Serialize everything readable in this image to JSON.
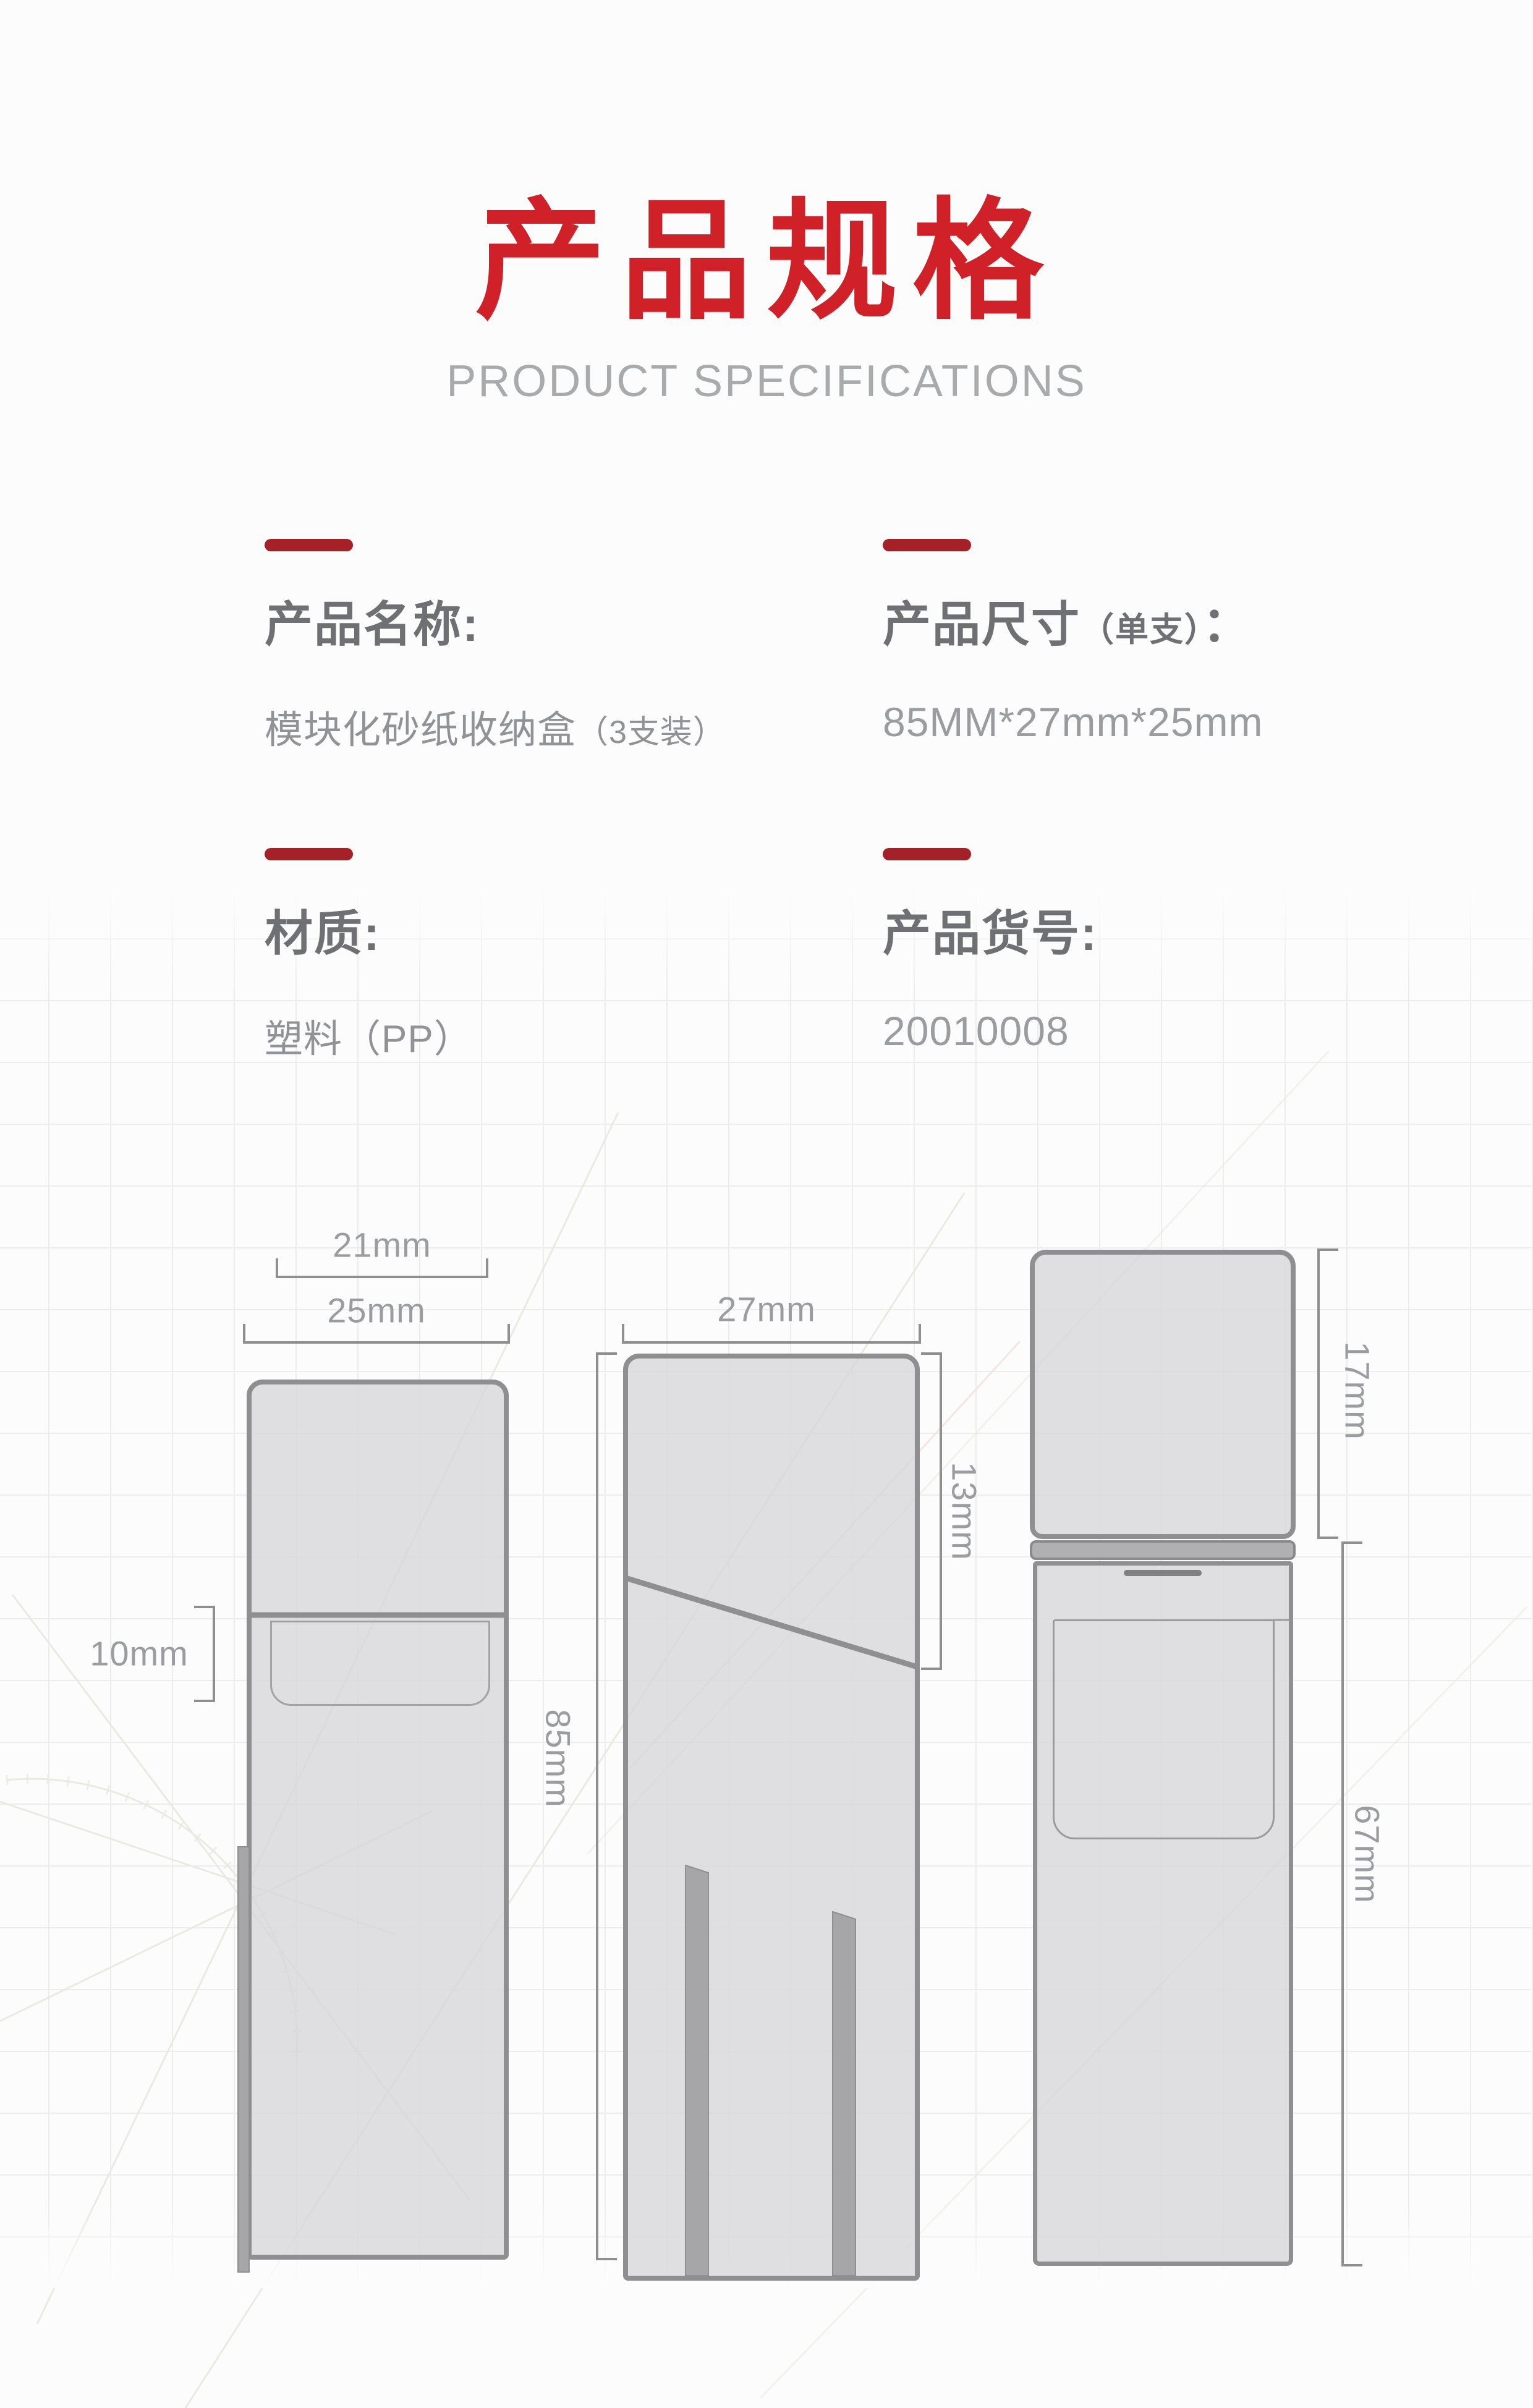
{
  "page": {
    "title": "产品规格",
    "subtitle": "PRODUCT SPECIFICATIONS"
  },
  "specs": {
    "name": {
      "label": "产品名称:",
      "value": "模块化砂纸收纳盒",
      "value_note": "（3支装）"
    },
    "size": {
      "label": "产品尺寸",
      "label_note": "（单支）",
      "label_colon": "：",
      "value": "85MM*27mm*25mm"
    },
    "material": {
      "label": "材质:",
      "value": "塑料（PP）"
    },
    "sku": {
      "label": "产品货号:",
      "value": "20010008"
    }
  },
  "drawings": {
    "front": {
      "top_width": "21mm",
      "outer_width": "25mm",
      "lid_depth": "10mm"
    },
    "side": {
      "width": "27mm",
      "height": "85mm",
      "lid_height": "13mm"
    },
    "open": {
      "cap_height": "17mm",
      "body_height": "67mm"
    }
  },
  "colors": {
    "title_red": "#cf2127",
    "dash_red": "#a32127",
    "subtitle_gray": "#a8aaac",
    "label_gray": "#6f7074",
    "value_gray": "#919296",
    "dimension_text_gray": "#9b9ca0",
    "line_gray": "#8f8f92",
    "box_fill_gray": "#d7d7da",
    "band_gray": "#b0b0b3",
    "bar_gray": "#a6a6a9"
  }
}
